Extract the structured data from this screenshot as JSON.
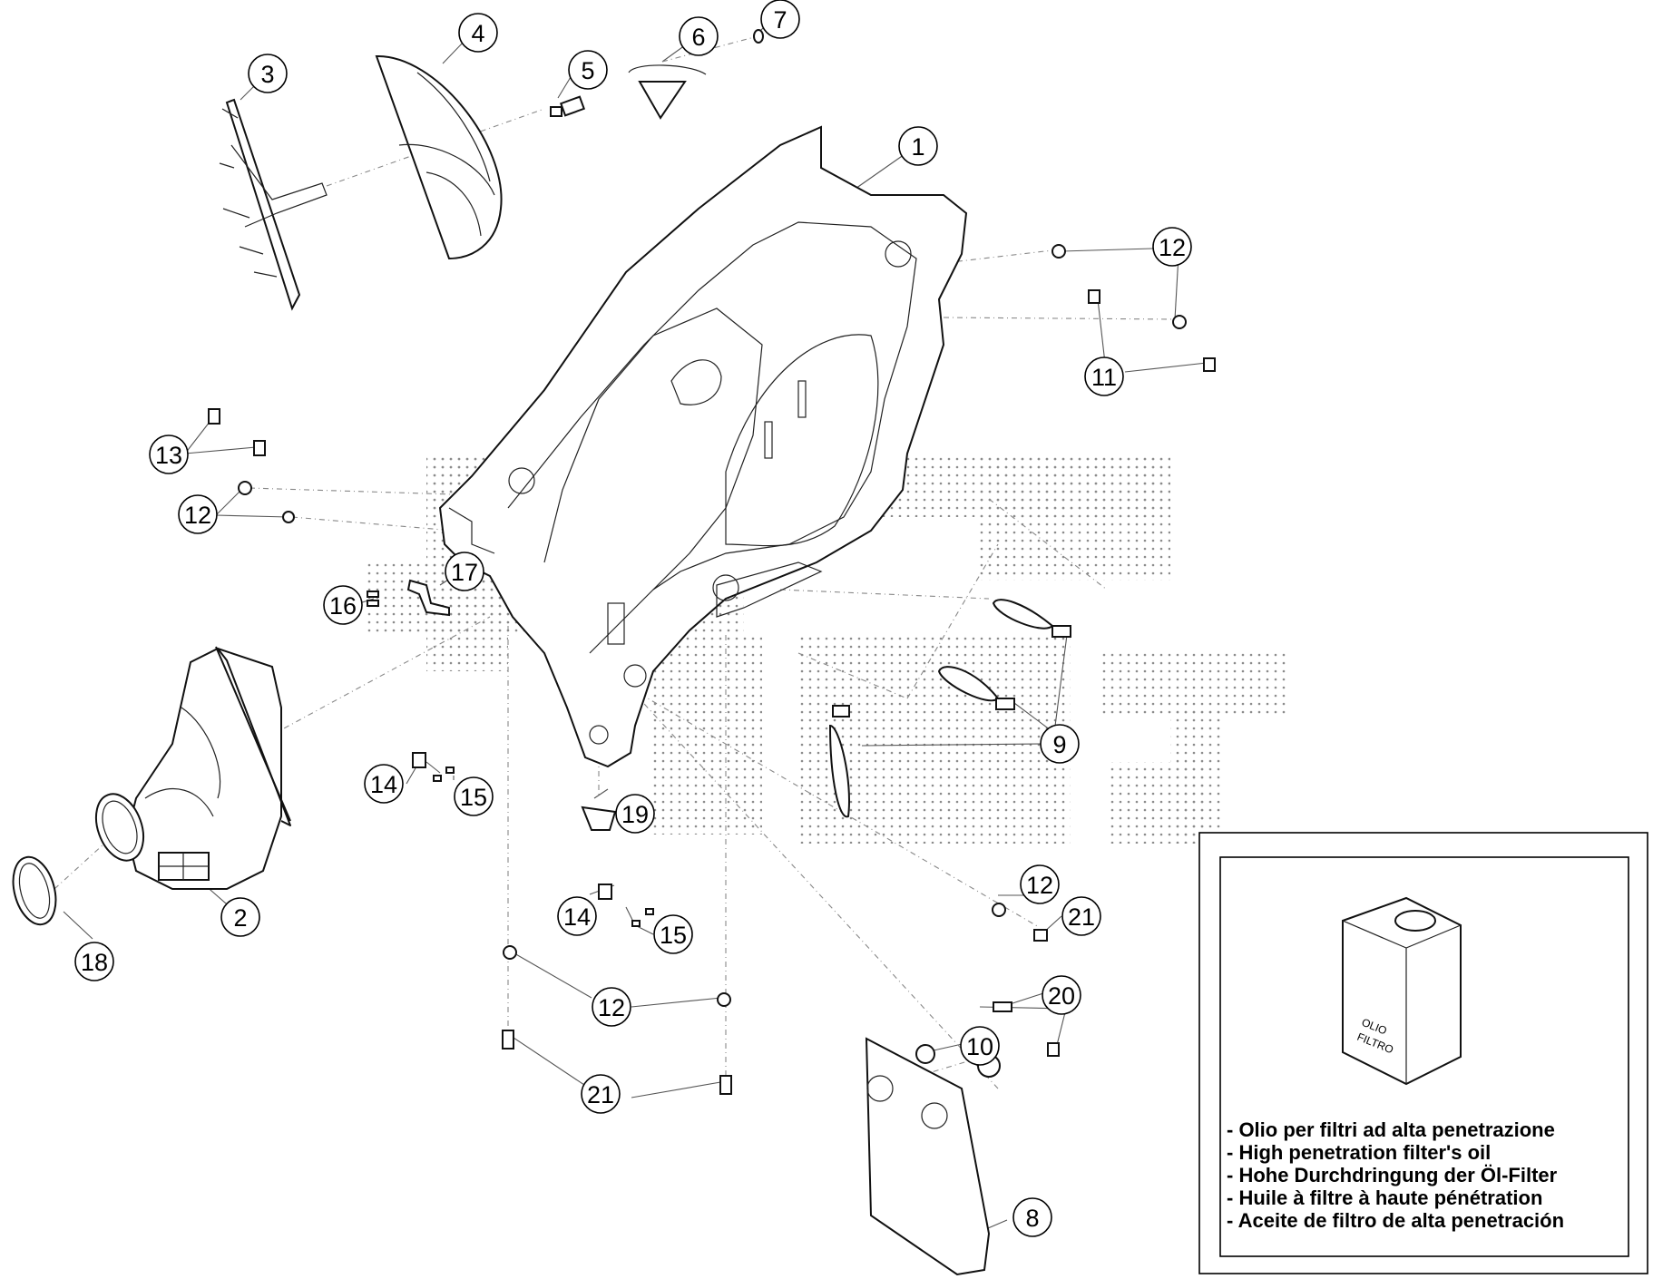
{
  "callouts": [
    {
      "id": "c1",
      "label": "1"
    },
    {
      "id": "c2",
      "label": "2"
    },
    {
      "id": "c3",
      "label": "3"
    },
    {
      "id": "c4",
      "label": "4"
    },
    {
      "id": "c5",
      "label": "5"
    },
    {
      "id": "c6",
      "label": "6"
    },
    {
      "id": "c7",
      "label": "7"
    },
    {
      "id": "c8",
      "label": "8"
    },
    {
      "id": "c9",
      "label": "9"
    },
    {
      "id": "c10",
      "label": "10"
    },
    {
      "id": "c11",
      "label": "11"
    },
    {
      "id": "c12a",
      "label": "12"
    },
    {
      "id": "c12b",
      "label": "12"
    },
    {
      "id": "c12c",
      "label": "12"
    },
    {
      "id": "c12d",
      "label": "12"
    },
    {
      "id": "c13",
      "label": "13"
    },
    {
      "id": "c14a",
      "label": "14"
    },
    {
      "id": "c14b",
      "label": "14"
    },
    {
      "id": "c15a",
      "label": "15"
    },
    {
      "id": "c15b",
      "label": "15"
    },
    {
      "id": "c16",
      "label": "16"
    },
    {
      "id": "c17",
      "label": "17"
    },
    {
      "id": "c18",
      "label": "18"
    },
    {
      "id": "c19",
      "label": "19"
    },
    {
      "id": "c20",
      "label": "20"
    },
    {
      "id": "c21a",
      "label": "21"
    },
    {
      "id": "c21b",
      "label": "21"
    }
  ],
  "inset": {
    "can_label_line1": "OLIO",
    "can_label_line2": "FILTRO",
    "lines": [
      "- Olio per filtri ad alta penetrazione",
      "- High penetration filter's oil",
      "- Hohe Durchdringung der Öl-Filter",
      "- Huile à filtre à haute pénétration",
      "- Aceite de filtro de alta penetración"
    ]
  }
}
